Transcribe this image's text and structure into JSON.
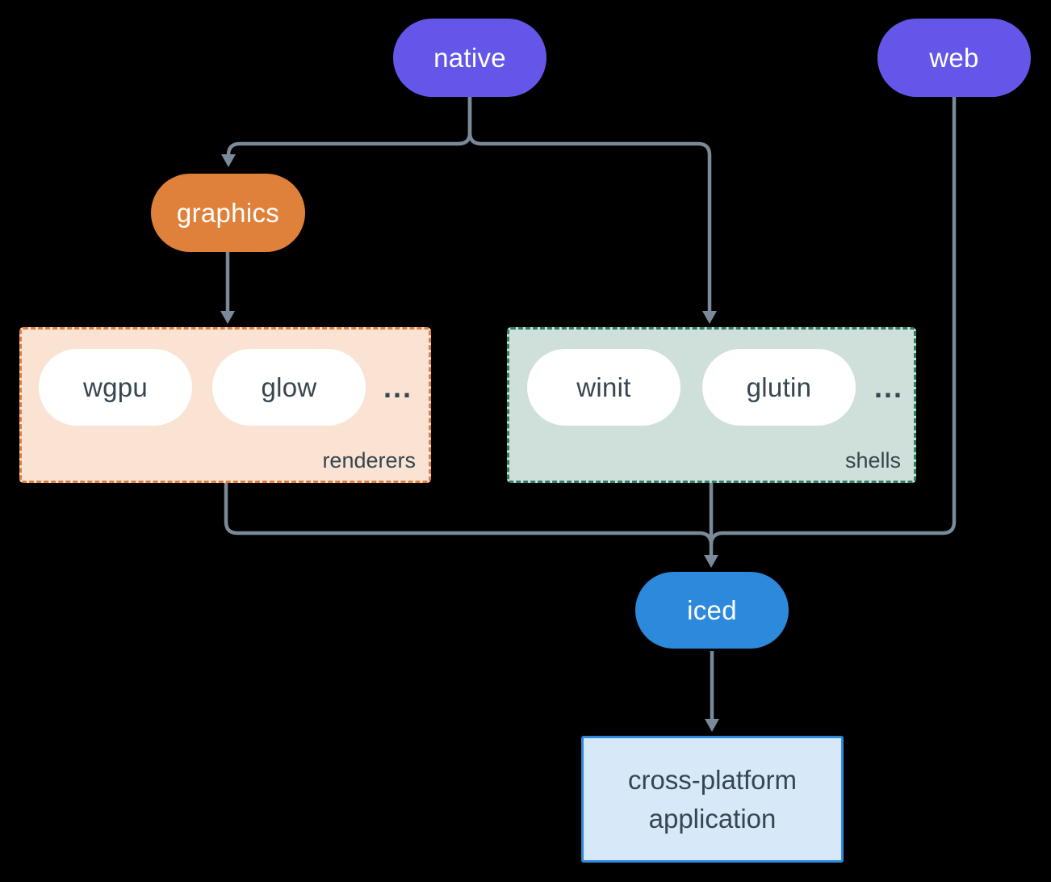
{
  "nodes": {
    "native": {
      "label": "native",
      "color": "#6456E8"
    },
    "web": {
      "label": "web",
      "color": "#6456E8"
    },
    "graphics": {
      "label": "graphics",
      "color": "#E0813B"
    },
    "iced": {
      "label": "iced",
      "color": "#2D89DB"
    },
    "application": {
      "lines": [
        "cross-platform",
        "application"
      ],
      "bg": "#D7E9F9",
      "border": "#2D89DB"
    }
  },
  "groups": {
    "renderers": {
      "label": "renderers",
      "items": [
        "wgpu",
        "glow"
      ],
      "ellipsis": "...",
      "bg": "#FAE3D3",
      "border": "#E0813B"
    },
    "shells": {
      "label": "shells",
      "items": [
        "winit",
        "glutin"
      ],
      "ellipsis": "...",
      "bg": "#CFE0DA",
      "border": "#2F7D6C"
    }
  },
  "edges": [
    "native -> graphics",
    "native -> shells",
    "graphics -> renderers",
    "renderers -> iced",
    "shells -> iced",
    "web -> iced",
    "iced -> application"
  ],
  "colors": {
    "background": "#000000",
    "connector": "#7A8A99",
    "pill_text_light": "#FFFFFF",
    "pill_text_dark": "#36454F",
    "pill_bg_white": "#FFFFFF"
  }
}
